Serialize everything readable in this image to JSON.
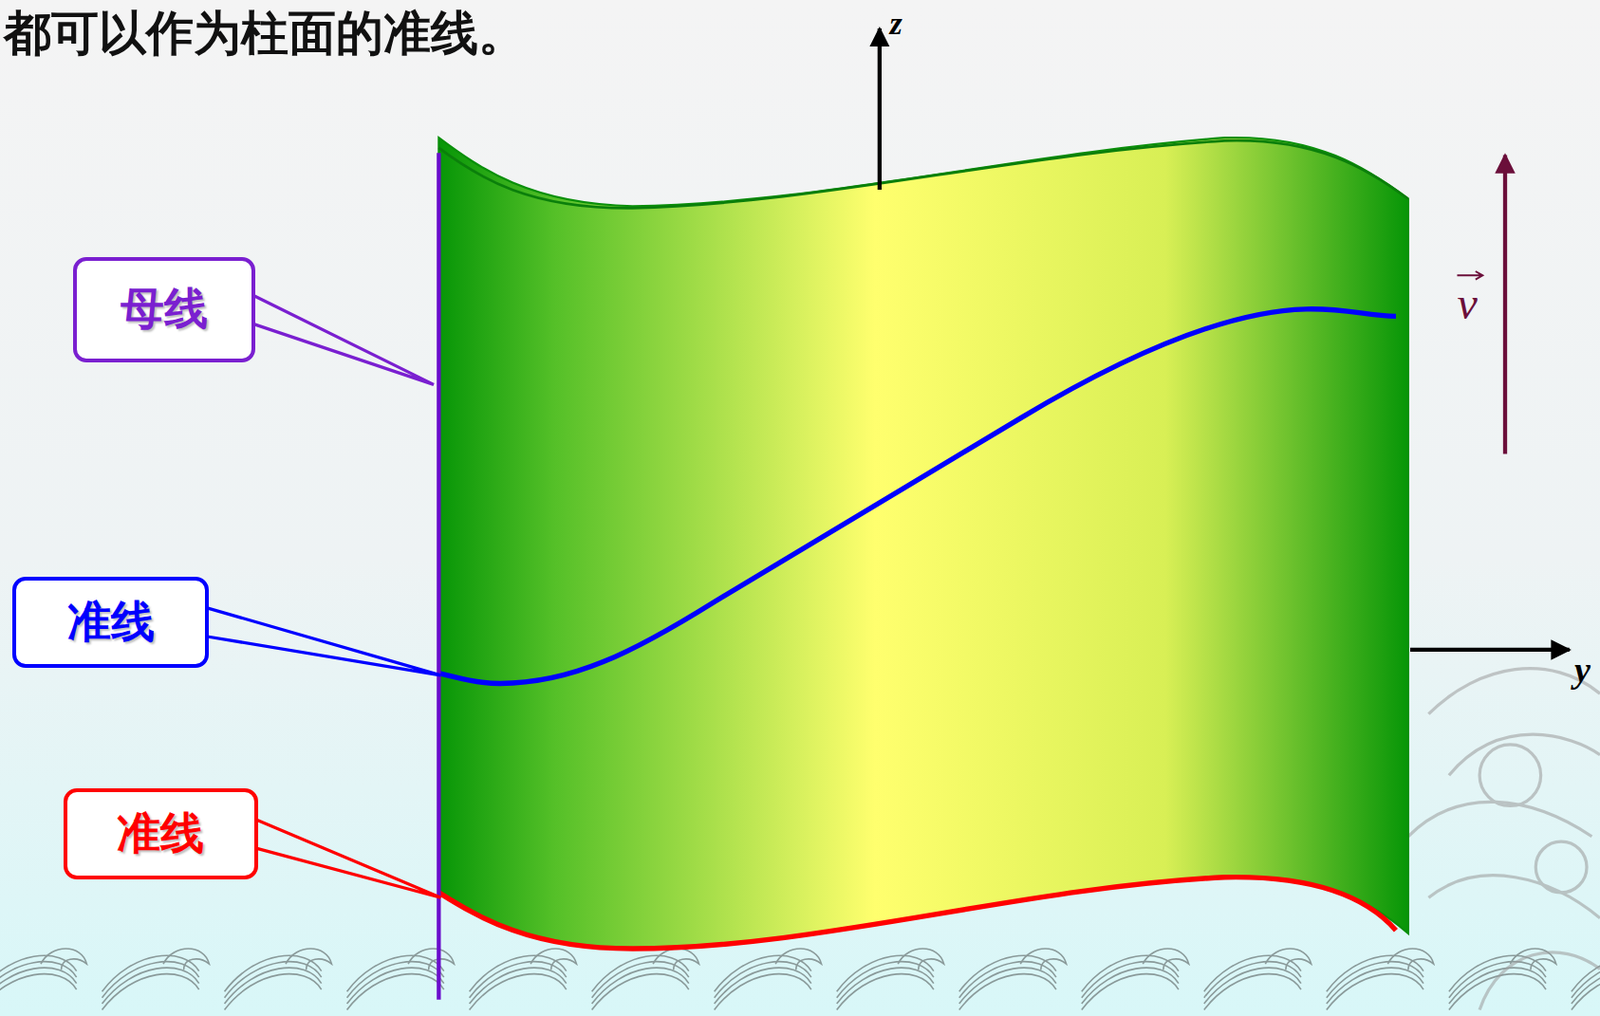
{
  "diagram": {
    "nodes": [
      {
        "text": [
          "母线"
        ]
      },
      {
        "text": [
          "准线"
        ]
      },
      {
        "text": [
          "准线"
        ]
      }
    ],
    "labels": [
      "都可以作为柱面的准线。",
      "z",
      "y",
      "v"
    ]
  }
}
